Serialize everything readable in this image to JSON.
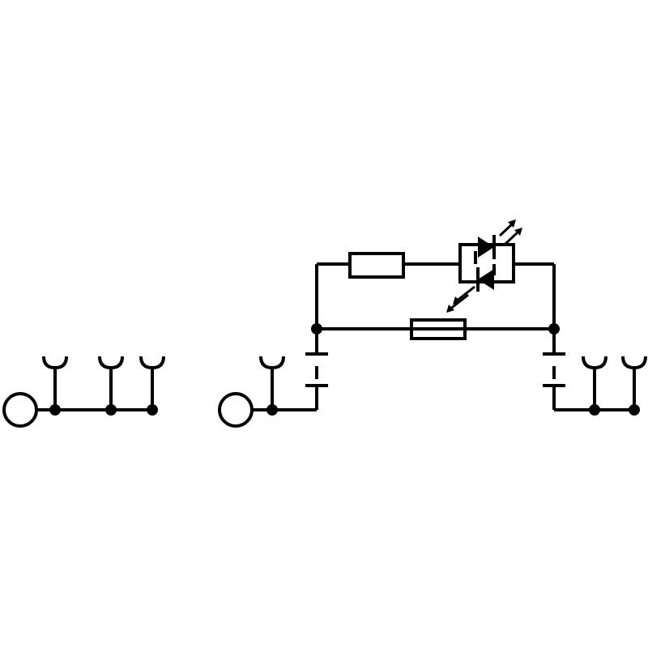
{
  "diagram": {
    "kind": "terminal-block-schematic",
    "colors": {
      "stroke": "#000000",
      "background": "#ffffff"
    },
    "components": {
      "left_terminal_block": {
        "ground_symbol": "circle-terminal",
        "plug_sockets": 3,
        "junction_dots": 3
      },
      "right_terminal_block": {
        "ground_symbol": "circle-terminal",
        "plug_sockets_left": 1,
        "plug_sockets_right": 2,
        "disconnect_links": 2,
        "resistor": "resistor",
        "led_pair": "bidirectional-led",
        "fuse": "fuse"
      }
    }
  }
}
